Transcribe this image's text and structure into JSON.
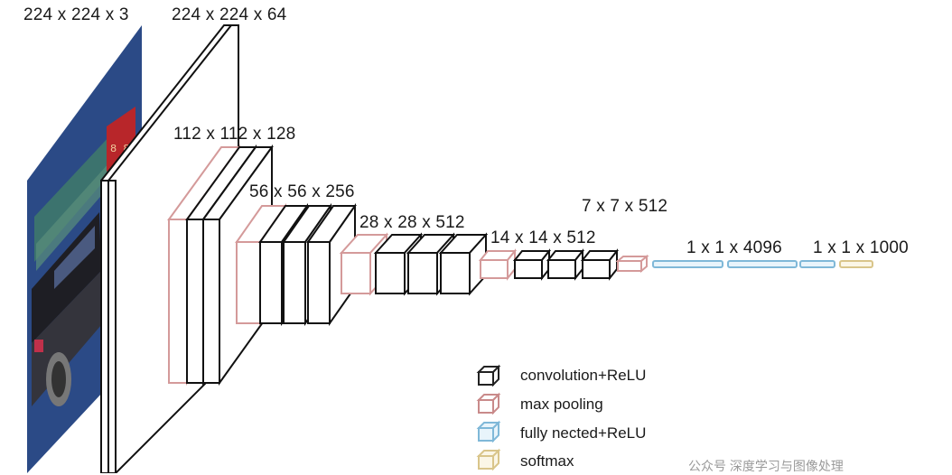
{
  "labels": {
    "input": "224 x 224 x 3",
    "conv1": "224 x 224 x 64",
    "conv2": "112 x 112 x 128",
    "conv3": "56 x 56 x 256",
    "conv4": "28 x 28 x 512",
    "conv5": "14 x 14 x 512",
    "pool5": "7 x 7 x 512",
    "fc": "1 x 1 x 4096",
    "out": "1 x 1 x 1000"
  },
  "legend": [
    {
      "label": "convolution+ReLU",
      "color": "#222222"
    },
    {
      "label": "max pooling",
      "color": "#c98a8a"
    },
    {
      "label": "fully nected+ReLU",
      "color": "#7fb8d8"
    },
    {
      "label": "softmax",
      "color": "#d9c58a"
    }
  ],
  "watermark": "公众号 深度学习与图像处理"
}
